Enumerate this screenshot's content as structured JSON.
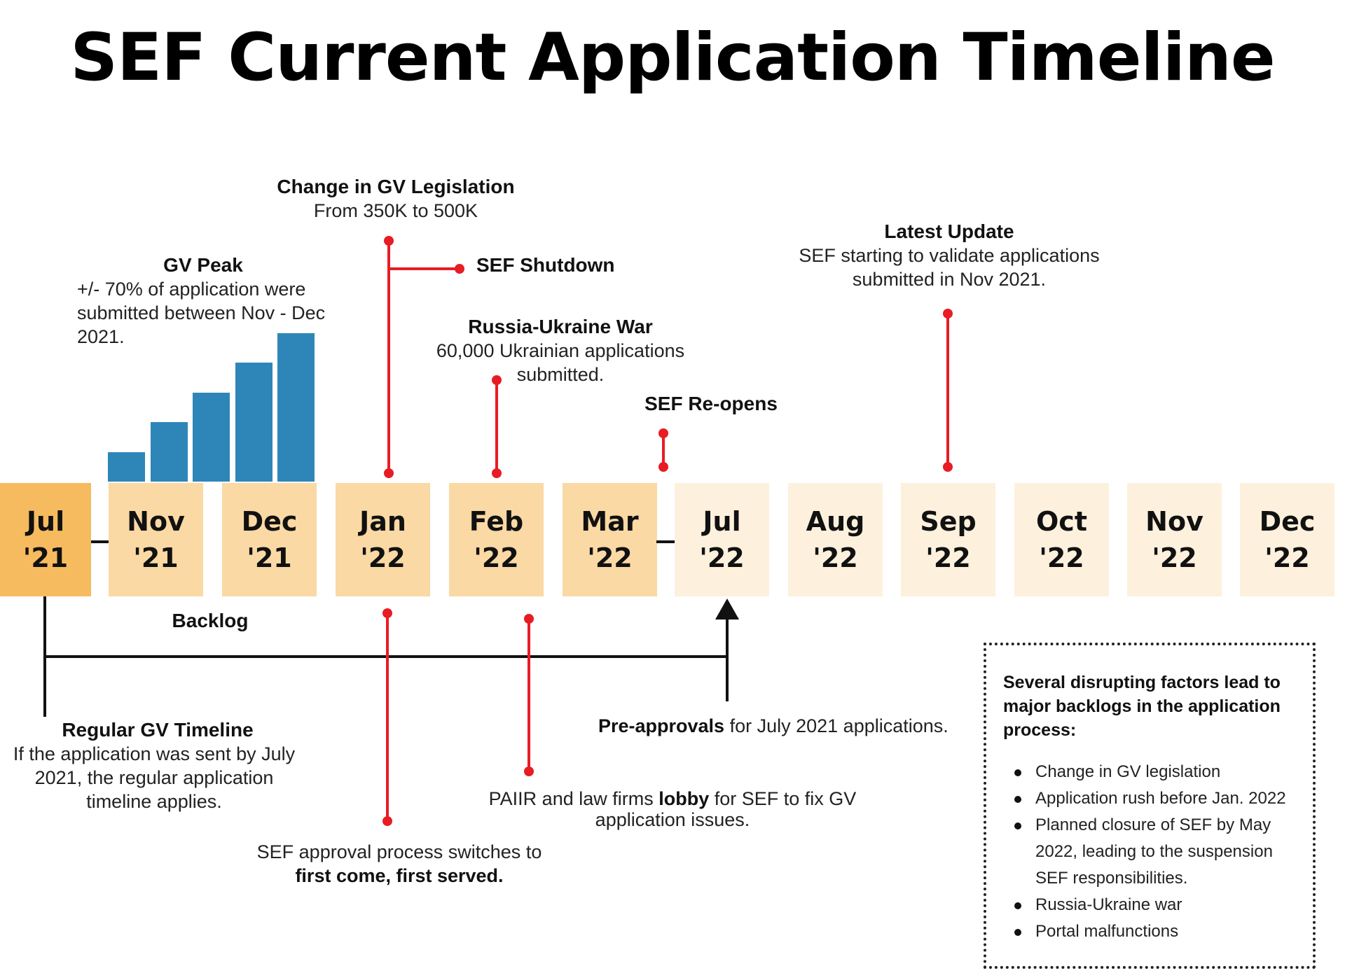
{
  "title": "SEF Current Application Timeline",
  "colors": {
    "month_active": "#f7bb5f",
    "month_past": "#fad9a4",
    "month_future": "#fdf1dd",
    "bar": "#2e86b8",
    "event_line": "#e81c24"
  },
  "months": [
    {
      "name": "Jul",
      "year": "'21"
    },
    {
      "name": "Nov",
      "year": "'21"
    },
    {
      "name": "Dec",
      "year": "'21"
    },
    {
      "name": "Jan",
      "year": "'22"
    },
    {
      "name": "Feb",
      "year": "'22"
    },
    {
      "name": "Mar",
      "year": "'22"
    },
    {
      "name": "Jul",
      "year": "'22"
    },
    {
      "name": "Aug",
      "year": "'22"
    },
    {
      "name": "Sep",
      "year": "'22"
    },
    {
      "name": "Oct",
      "year": "'22"
    },
    {
      "name": "Nov",
      "year": "'22"
    },
    {
      "name": "Dec",
      "year": "'22"
    }
  ],
  "gv_peak": {
    "heading": "GV Peak",
    "text": "+/- 70% of application were submitted between Nov - Dec 2021.",
    "bar_levels": [
      0.2,
      0.4,
      0.6,
      0.8,
      1.0
    ]
  },
  "change_gv": {
    "heading": "Change in GV Legislation",
    "text": "From 350K to 500K"
  },
  "sef_shutdown": {
    "heading": "SEF Shutdown"
  },
  "russia_war": {
    "heading": "Russia-Ukraine War",
    "text": "60,000 Ukrainian applications submitted."
  },
  "sef_reopens": {
    "heading": "SEF Re-opens"
  },
  "latest_update": {
    "heading": "Latest Update",
    "text": "SEF starting to validate applications submitted in Nov 2021."
  },
  "backlog": {
    "label": "Backlog"
  },
  "regular_gv": {
    "heading": "Regular GV Timeline",
    "text": "If the application was sent by July 2021, the regular application timeline applies."
  },
  "approval_switch": {
    "text": "SEF approval process switches to",
    "bold": "first come, first served."
  },
  "lobby": {
    "pre": "PAIIR and law firms",
    "bold": "lobby",
    "post": "for SEF to fix GV application issues."
  },
  "pre_approvals": {
    "bold": "Pre-approvals",
    "text": "for July 2021 applications."
  },
  "factors": {
    "heading": "Several disrupting factors lead to major backlogs in the application process:",
    "items": [
      "Change in GV legislation",
      "Application rush before Jan. 2022",
      "Planned closure of SEF by May 2022, leading to the suspension SEF responsibilities.",
      "Russia-Ukraine war",
      "Portal malfunctions"
    ]
  }
}
